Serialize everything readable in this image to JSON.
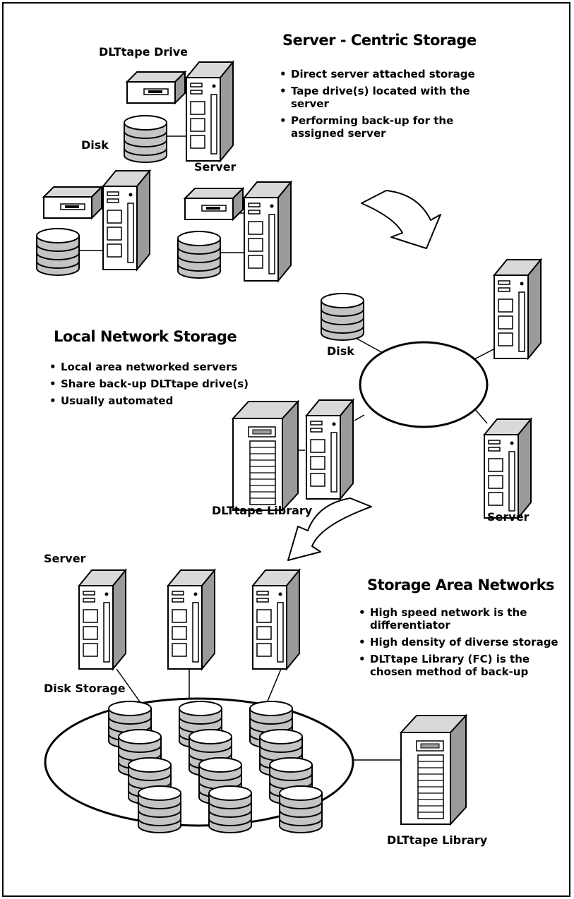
{
  "section1": {
    "title": "Server - Centric Storage",
    "bullets": [
      "Direct server attached storage",
      "Tape drive(s) located with the server",
      "Performing back-up for the assigned server"
    ],
    "labels": {
      "tape": "DLTtape Drive",
      "disk": "Disk",
      "server": "Server"
    }
  },
  "section2": {
    "title": "Local Network Storage",
    "bullets": [
      "Local area networked servers",
      "Share back-up DLTtape drive(s)",
      "Usually automated"
    ],
    "labels": {
      "disk": "Disk",
      "library": "DLTtape Library",
      "server": "Server"
    }
  },
  "section3": {
    "title": "Storage Area Networks",
    "bullets": [
      "High speed network is the differentiator",
      "High density of diverse storage",
      "DLTtape Library (FC) is the chosen method of back-up"
    ],
    "labels": {
      "server": "Server",
      "disk": "Disk Storage",
      "library": "DLTtape Library"
    }
  }
}
